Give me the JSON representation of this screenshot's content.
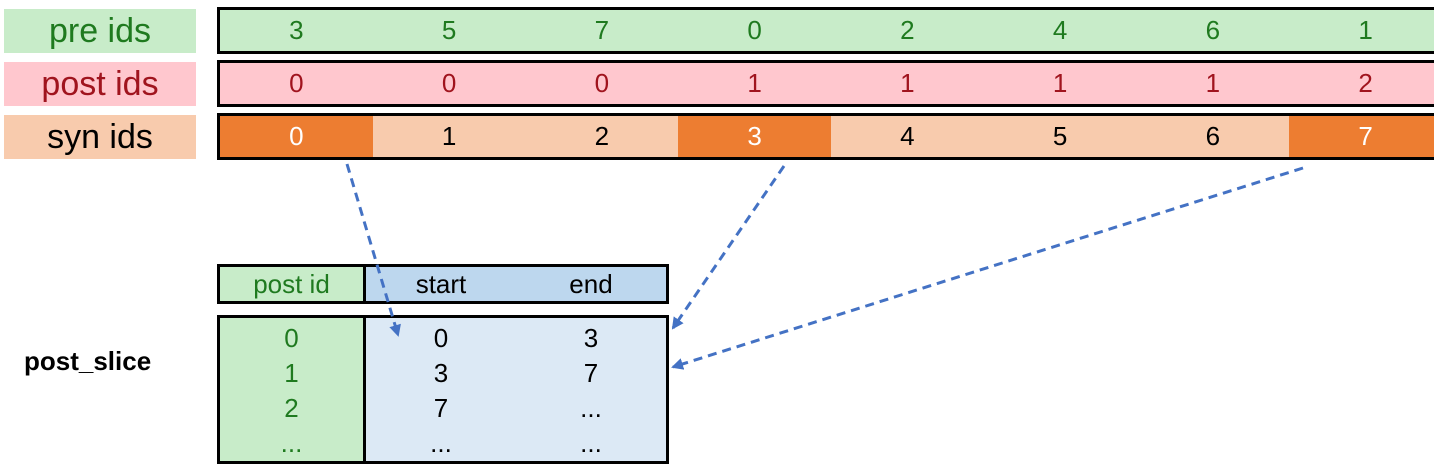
{
  "rows": {
    "pre": {
      "label": "pre ids",
      "values": [
        "3",
        "5",
        "7",
        "0",
        "2",
        "4",
        "6",
        "1"
      ],
      "label_bg": "#c8ecc9",
      "cell_bg": "#c8ecc9",
      "text_color": "#1f7a1f"
    },
    "post": {
      "label": "post ids",
      "values": [
        "0",
        "0",
        "0",
        "1",
        "1",
        "1",
        "1",
        "2"
      ],
      "label_bg": "#ffc7ce",
      "cell_bg": "#ffc7ce",
      "text_color": "#a0141e"
    },
    "syn": {
      "label": "syn ids",
      "values": [
        "0",
        "1",
        "2",
        "3",
        "4",
        "5",
        "6",
        "7"
      ],
      "highlighted": [
        true,
        false,
        false,
        true,
        false,
        false,
        false,
        true
      ],
      "label_bg": "#f8cbad",
      "cell_bg": "#f8cbad",
      "highlight_bg": "#ed7d31",
      "text_color": "#000000",
      "highlight_text_color": "#ffffff"
    }
  },
  "post_slice": {
    "label": "post_slice",
    "header": {
      "post_id": "post id",
      "start": "start",
      "end": "end"
    },
    "post_ids": [
      "0",
      "1",
      "2",
      "..."
    ],
    "starts": [
      "0",
      "3",
      "7",
      "..."
    ],
    "ends": [
      "3",
      "7",
      "...",
      "..."
    ]
  },
  "colors": {
    "arrow": "#4472c4"
  }
}
